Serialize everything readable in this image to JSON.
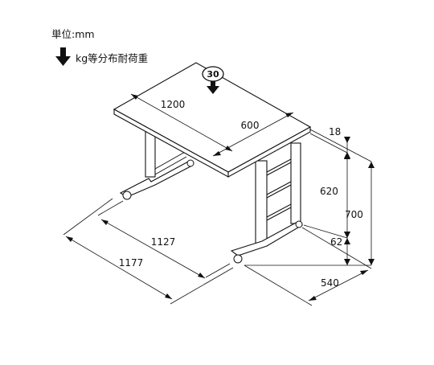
{
  "legend": {
    "unit_text": "単位:mm",
    "load_text": "kg等分布耐荷重",
    "arrow_icon": "down-arrow-icon"
  },
  "load_badge": {
    "value": "30"
  },
  "dimensions": {
    "top_width": "1200",
    "top_depth": "600",
    "top_thickness": "18",
    "shelf_height": "620",
    "total_height": "700",
    "caster_height": "62",
    "base_depth": "540",
    "inner_width": "1127",
    "outer_width": "1177"
  }
}
